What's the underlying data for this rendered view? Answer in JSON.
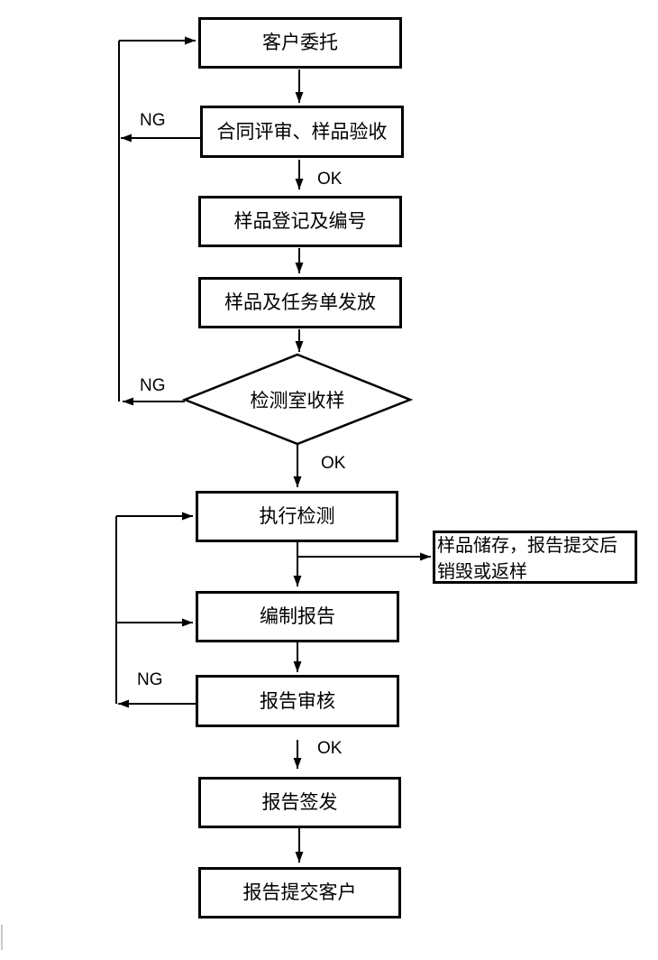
{
  "diagram": {
    "type": "flowchart",
    "background": "#ffffff",
    "line_color": "#000000",
    "nodes": {
      "customer": {
        "label": "客户委托",
        "shape": "process"
      },
      "contract": {
        "label": "合同评审、样品验收",
        "shape": "process"
      },
      "register": {
        "label": "样品登记及编号",
        "shape": "process"
      },
      "dispatch": {
        "label": "样品及任务单发放",
        "shape": "process"
      },
      "receive": {
        "label": "检测室收样",
        "shape": "decision"
      },
      "test": {
        "label": "执行检测",
        "shape": "process"
      },
      "storage": {
        "label": "样品储存，报告提交后销毁或返样",
        "shape": "annotation"
      },
      "report": {
        "label": "编制报告",
        "shape": "process"
      },
      "review": {
        "label": "报告审核",
        "shape": "process"
      },
      "issue": {
        "label": "报告签发",
        "shape": "process"
      },
      "deliver": {
        "label": "报告提交客户",
        "shape": "process"
      }
    },
    "edge_labels": {
      "ng_contract": "NG",
      "ok_contract": "OK",
      "ng_receive": "NG",
      "ok_receive": "OK",
      "ng_review": "NG",
      "ok_review": "OK"
    }
  }
}
